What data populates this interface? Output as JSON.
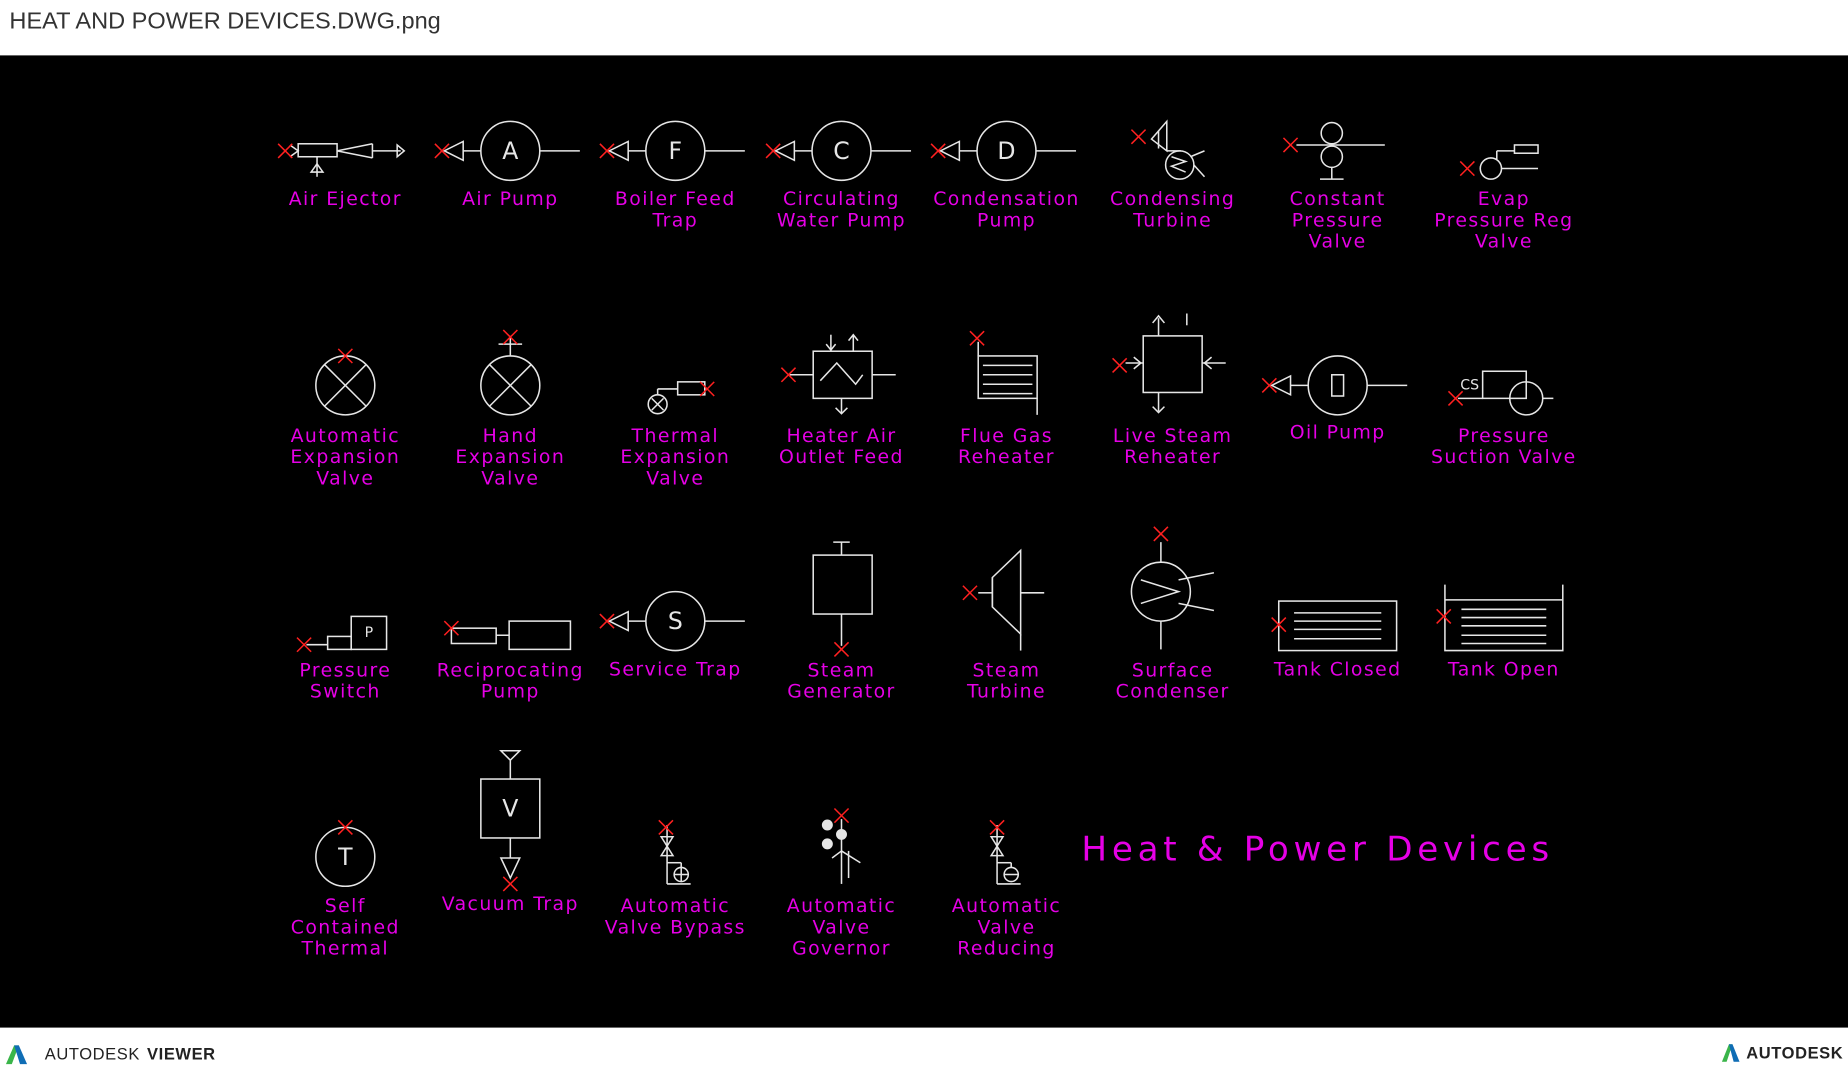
{
  "window": {
    "title": "HEAT AND POWER DEVICES.DWG.png"
  },
  "drawing": {
    "title": "Heat & Power Devices",
    "colors": {
      "background": "#000000",
      "symbol": "#e6e6e6",
      "label": "#e600e6",
      "insertion_mark": "#ff2020"
    },
    "symbols": [
      {
        "id": "air-ejector",
        "label": [
          "Air Ejector"
        ]
      },
      {
        "id": "air-pump",
        "label": [
          "Air Pump"
        ],
        "glyph": "A"
      },
      {
        "id": "boiler-feed-trap",
        "label": [
          "Boiler Feed",
          "Trap"
        ],
        "glyph": "F"
      },
      {
        "id": "circulating-water-pump",
        "label": [
          "Circulating",
          "Water Pump"
        ],
        "glyph": "C"
      },
      {
        "id": "condensation-pump",
        "label": [
          "Condensation",
          "Pump"
        ],
        "glyph": "D"
      },
      {
        "id": "condensing-turbine",
        "label": [
          "Condensing",
          "Turbine"
        ]
      },
      {
        "id": "constant-pressure-valve",
        "label": [
          "Constant",
          "Pressure",
          "Valve"
        ]
      },
      {
        "id": "evap-pressure-reg-valve",
        "label": [
          "Evap",
          "Pressure Reg",
          "Valve"
        ]
      },
      {
        "id": "automatic-expansion-valve",
        "label": [
          "Automatic",
          "Expansion",
          "Valve"
        ]
      },
      {
        "id": "hand-expansion-valve",
        "label": [
          "Hand",
          "Expansion",
          "Valve"
        ]
      },
      {
        "id": "thermal-expansion-valve",
        "label": [
          "Thermal",
          "Expansion",
          "Valve"
        ]
      },
      {
        "id": "heater-air-outlet-feed",
        "label": [
          "Heater Air",
          "Outlet Feed"
        ]
      },
      {
        "id": "flue-gas-reheater",
        "label": [
          "Flue Gas",
          "Reheater"
        ]
      },
      {
        "id": "live-steam-reheater",
        "label": [
          "Live Steam",
          "Reheater"
        ]
      },
      {
        "id": "oil-pump",
        "label": [
          "Oil Pump"
        ]
      },
      {
        "id": "pressure-suction-valve",
        "label": [
          "Pressure",
          "Suction Valve"
        ],
        "glyph": "CS"
      },
      {
        "id": "pressure-switch",
        "label": [
          "Pressure",
          "Switch"
        ],
        "glyph": "P"
      },
      {
        "id": "reciprocating-pump",
        "label": [
          "Reciprocating",
          "Pump"
        ]
      },
      {
        "id": "service-trap",
        "label": [
          "Service Trap"
        ],
        "glyph": "S"
      },
      {
        "id": "steam-generator",
        "label": [
          "Steam",
          "Generator"
        ]
      },
      {
        "id": "steam-turbine",
        "label": [
          "Steam",
          "Turbine"
        ]
      },
      {
        "id": "surface-condenser",
        "label": [
          "Surface",
          "Condenser"
        ]
      },
      {
        "id": "tank-closed",
        "label": [
          "Tank Closed"
        ]
      },
      {
        "id": "tank-open",
        "label": [
          "Tank Open"
        ]
      },
      {
        "id": "self-contained-thermal",
        "label": [
          "Self",
          "Contained",
          "Thermal"
        ],
        "glyph": "T"
      },
      {
        "id": "vacuum-trap",
        "label": [
          "Vacuum Trap"
        ],
        "glyph": "V"
      },
      {
        "id": "automatic-valve-bypass",
        "label": [
          "Automatic",
          "Valve Bypass"
        ]
      },
      {
        "id": "automatic-valve-governor",
        "label": [
          "Automatic",
          "Valve",
          "Governor"
        ]
      },
      {
        "id": "automatic-valve-reducing",
        "label": [
          "Automatic",
          "Valve",
          "Reducing"
        ]
      }
    ]
  },
  "footer": {
    "brand_light": "AUTODESK",
    "brand_bold": "VIEWER",
    "brand_right": "AUTODESK"
  }
}
